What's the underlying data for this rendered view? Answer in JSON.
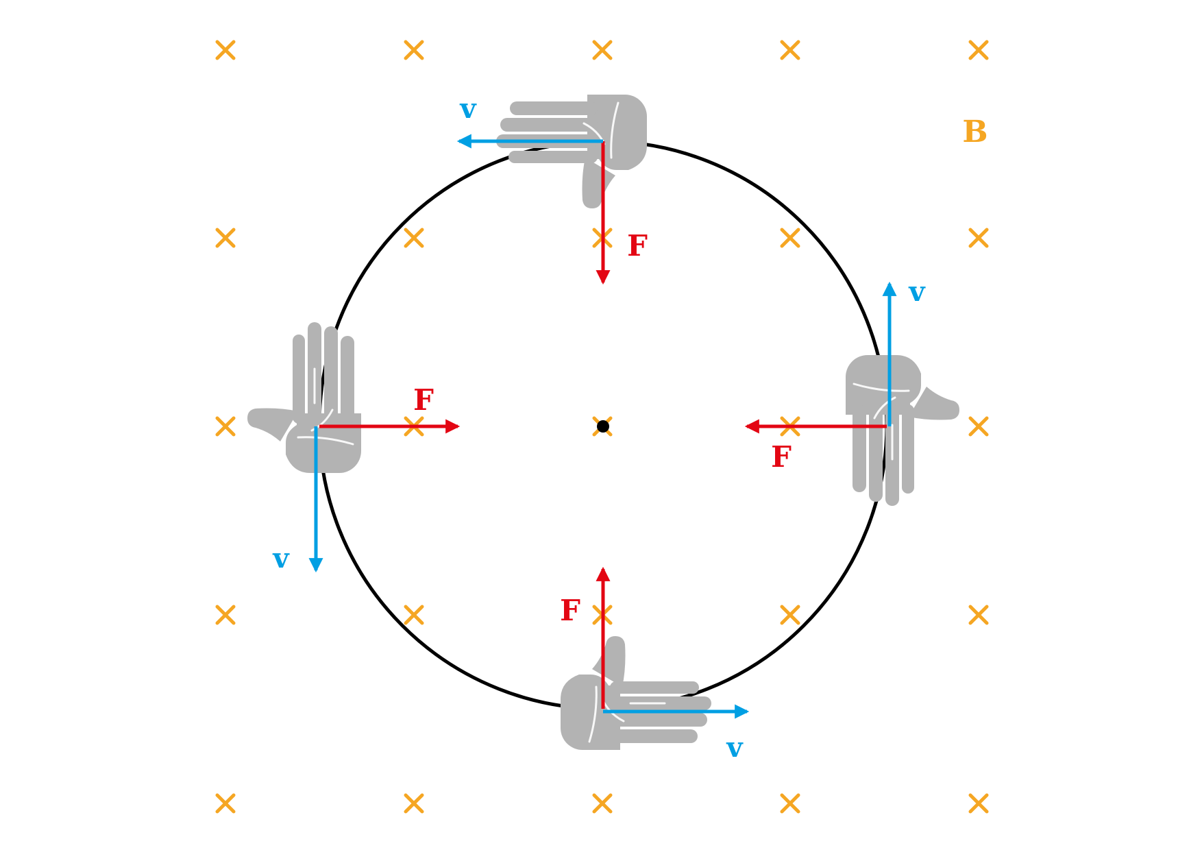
{
  "diagram": {
    "field_label": "B",
    "force_label": "F",
    "velocity_label": "v",
    "field_symbol": "×",
    "colors": {
      "field": "#F5A623",
      "force": "#E30613",
      "velocity": "#009FE3",
      "orbit": "#000000",
      "hand": "#B3B3B3"
    },
    "icons": [
      "field-cross-icon",
      "right-hand-icon",
      "force-arrow-icon",
      "velocity-arrow-icon",
      "center-point-icon"
    ]
  }
}
